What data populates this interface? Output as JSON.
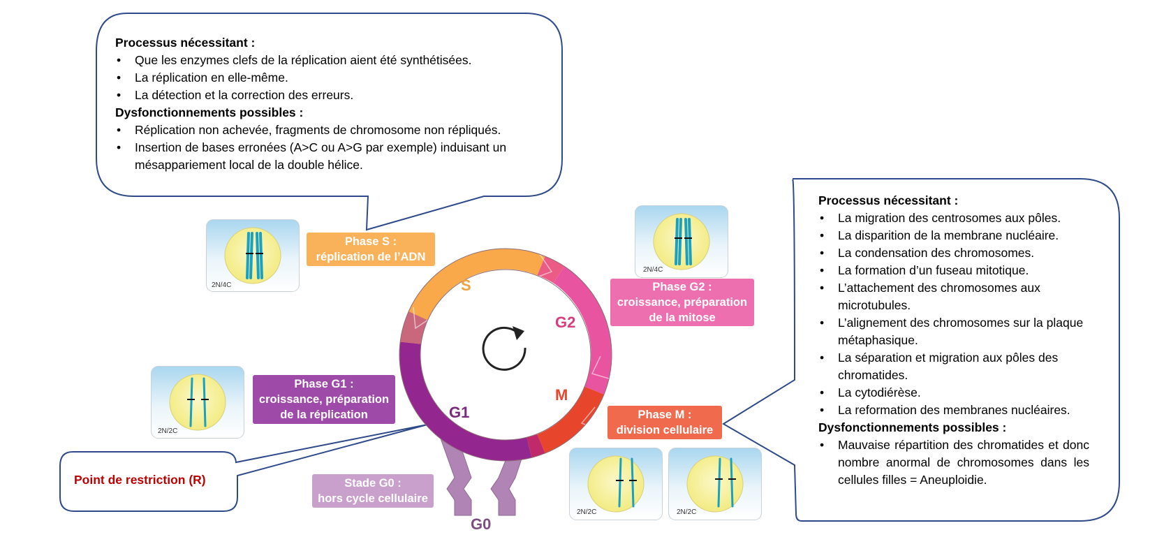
{
  "callout_s": {
    "requirements_title": "Processus nécessitant :",
    "requirements": [
      "Que les enzymes clefs de la réplication aient été synthétisées.",
      "La réplication en elle-même.",
      "La détection et la correction des erreurs."
    ],
    "dysfunctions_title": "Dysfonctionnements possibles :",
    "dysfunctions": [
      "Réplication non achevée,  fragments de chromosome non répliqués.",
      "Insertion de bases erronées (A>C ou A>G par exemple) induisant un mésappariement local de la double hélice."
    ]
  },
  "callout_m": {
    "requirements_title": "Processus nécessitant :",
    "requirements": [
      "La migration des centrosomes aux pôles.",
      "La disparition de la membrane nucléaire.",
      "La condensation des chromosomes.",
      "La formation d’un fuseau mitotique.",
      "L’attachement des chromosomes aux microtubules.",
      "L’alignement des chromosomes sur la plaque métaphasique.",
      "La séparation et migration aux pôles des chromatides.",
      "La cytodiérèse.",
      "La reformation des membranes nucléaires."
    ],
    "dysfunctions_title": "Dysfonctionnements possibles :",
    "dysfunctions": [
      "Mauvaise répartition des chromatides et donc nombre anormal de chromosomes dans les cellules filles = Aneuploidie."
    ]
  },
  "restriction_point": "Point de restriction (R)",
  "phase_labels": {
    "s": [
      "Phase S :",
      "réplication de l’ADN"
    ],
    "g2": [
      "Phase G2 :",
      "croissance, préparation",
      "de la mitose"
    ],
    "g1": [
      "Phase G1 :",
      "croissance, préparation",
      "de la réplication"
    ],
    "m": [
      "Phase M :",
      "division cellulaire"
    ],
    "g0": [
      "Stade G0 :",
      "hors cycle cellulaire"
    ]
  },
  "ring_letters": {
    "s": "S",
    "g2": "G2",
    "m": "M",
    "g1": "G1",
    "g0": "G0"
  },
  "cell_ploidy": {
    "s": "2N/4C",
    "g2": "2N/4C",
    "g1": "2N/2C",
    "m_left": "2N/2C",
    "m_right": "2N/2C"
  },
  "colors": {
    "s": "#f9a84a",
    "g2": "#e8549f",
    "m": "#e8462c",
    "g1": "#93278f",
    "g0": "#b184b6",
    "callout_border": "#2f4a8a",
    "restriction_text": "#c00000",
    "chromosome": "#1aa0c0",
    "nucleus": "#f7f29a"
  }
}
